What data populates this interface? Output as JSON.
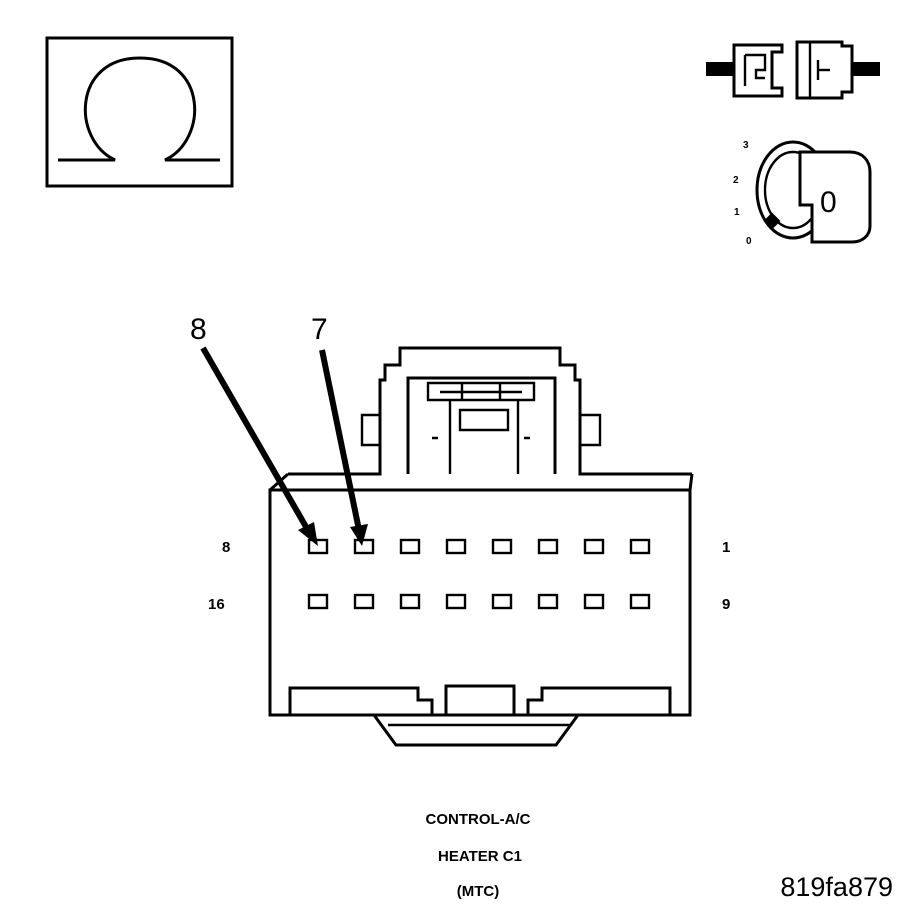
{
  "callouts": [
    {
      "id": "callout-8",
      "label": "8",
      "pin_index": 0
    },
    {
      "id": "callout-7",
      "label": "7",
      "pin_index": 1
    }
  ],
  "connector": {
    "rows": [
      {
        "left_label": "8",
        "right_label": "1",
        "pin_count": 8
      },
      {
        "left_label": "16",
        "right_label": "9",
        "pin_count": 8
      }
    ]
  },
  "caption": {
    "line1": "CONTROL-A/C",
    "line2": "HEATER C1",
    "line3": "(MTC)"
  },
  "figure_id": "819fa879",
  "ignition": {
    "positions": [
      "3",
      "2",
      "1",
      "0"
    ],
    "key_label": "0"
  },
  "icons": {
    "ohmmeter": "omega-icon",
    "disconnect": "connector-disconnected-icon",
    "ignition": "ignition-key-off-icon"
  }
}
